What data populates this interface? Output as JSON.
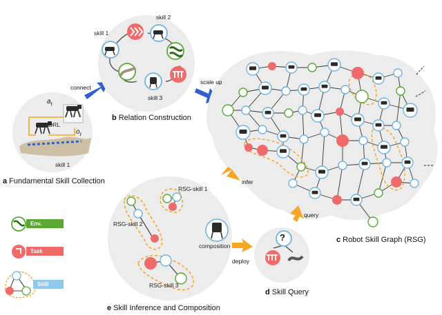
{
  "panels": {
    "a": {
      "letter": "a",
      "caption": "Fundamental Skill Collection",
      "skill": "skill 1",
      "action": "a",
      "action_sub": "t",
      "observation": "o",
      "observation_sub": "t",
      "algo": "DRL"
    },
    "b": {
      "letter": "b",
      "caption": "Relation Construction",
      "skill1": "skill 1",
      "skill2": "skill 2",
      "skill3": "skill 3"
    },
    "c": {
      "letter": "c",
      "caption": "Robot Skill Graph (RSG)"
    },
    "d": {
      "letter": "d",
      "caption": "Skill Query",
      "mark": "?"
    },
    "e": {
      "letter": "e",
      "caption": "Skill Inference and Composition",
      "rsg1": "RSG-skill 1",
      "rsg2": "RSG-skill 2",
      "rsg3": "RSG-skill 3",
      "composition": "composition"
    }
  },
  "arrows": {
    "connect": "connect",
    "scale_up": "scale up",
    "infer": "infer",
    "query": "query",
    "deploy": "deploy"
  },
  "legend": {
    "env": "Env.",
    "task": "Task",
    "skill": "Skill"
  },
  "colors": {
    "env": "#5aa832",
    "task": "#f06a6a",
    "skill_blue": "#8fc8ea",
    "circle_bg": "#ececec",
    "highlight": "#f5a623",
    "arrow_blue": "#2f5fd0",
    "arrow_orange": "#f5a623"
  }
}
